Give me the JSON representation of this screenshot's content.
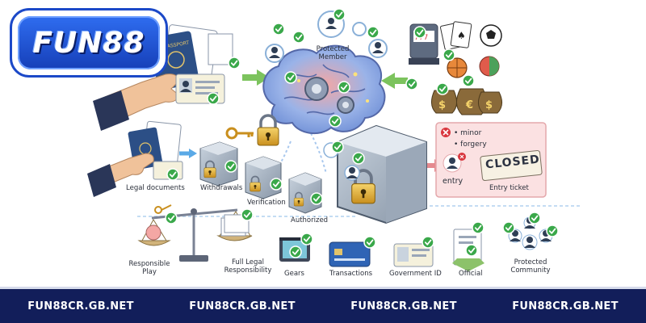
{
  "brand": {
    "logo_text": "FUN88"
  },
  "labels": {
    "protected_member": "Protected Member",
    "legal_documents": "Legal documents",
    "withdrawals": "Withdrawals",
    "verification": "Verification",
    "authorized": "Authorized",
    "minor_note": "• minor",
    "forgery_note": "• forgery",
    "entry": "entry",
    "closed_sign": "CLOSED",
    "entry_ticket": "Entry ticket",
    "responsible_play": "Responsible Play",
    "full_legal_responsibility": "Full Legal Responsibility",
    "gears": "Gears",
    "transactions": "Transactions",
    "government_id": "Government ID",
    "official": "Official",
    "protected_community": "Protected Community",
    "passport_word": "PASSPORT"
  },
  "footer": {
    "links": [
      "FUN88CR.GB.NET",
      "FUN88CR.GB.NET",
      "FUN88CR.GB.NET",
      "FUN88CR.GB.NET"
    ]
  },
  "icons": [
    "check-icon",
    "lock-icon",
    "key-icon",
    "brain-icon",
    "safe-icon",
    "scale-icon",
    "passport-icon",
    "hand-icon",
    "slot-machine-icon",
    "playing-cards-icon",
    "soccer-ball-icon",
    "basketball-icon",
    "money-bag-icon",
    "credit-card-icon",
    "film-icon",
    "id-card-icon",
    "certificate-icon",
    "person-icon",
    "ticket-icon",
    "cross-icon"
  ],
  "colors": {
    "brand_blue": "#1c49c8",
    "footer_bg": "#121e5a",
    "check_green": "#3aa84a",
    "arrow_green": "#7cc35d",
    "arrow_blue": "#5aa9e6",
    "lock_gold": "#e2b43c",
    "alert_red": "#d9363e"
  }
}
